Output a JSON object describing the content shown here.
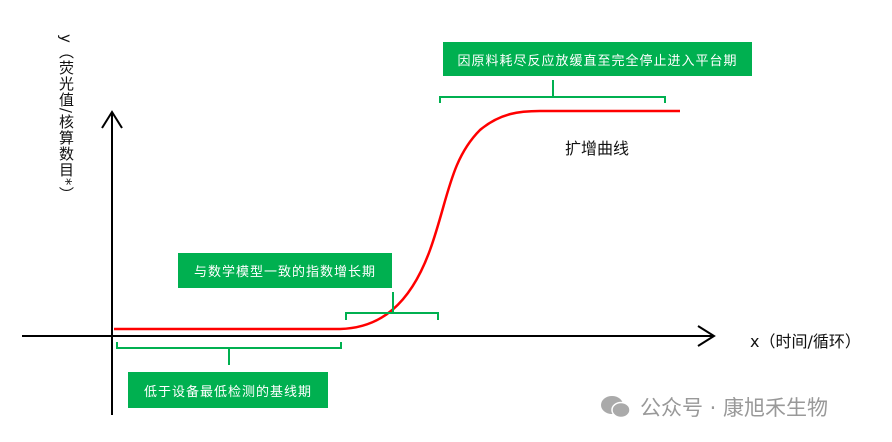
{
  "y_axis_label": "y（荧光值/核算数目*）",
  "x_axis_label": "x（时间/循环）",
  "curve_label": "扩增曲线",
  "phases": {
    "baseline": "低于设备最低检测的基线期",
    "exponential": "与数学模型一致的指数增长期",
    "plateau": "因原料耗尽反应放缓直至完全停止进入平台期"
  },
  "watermark": "公众号 · 康旭禾生物",
  "colors": {
    "curve": "#ff0000",
    "box": "#00b050",
    "axis": "#000000"
  }
}
